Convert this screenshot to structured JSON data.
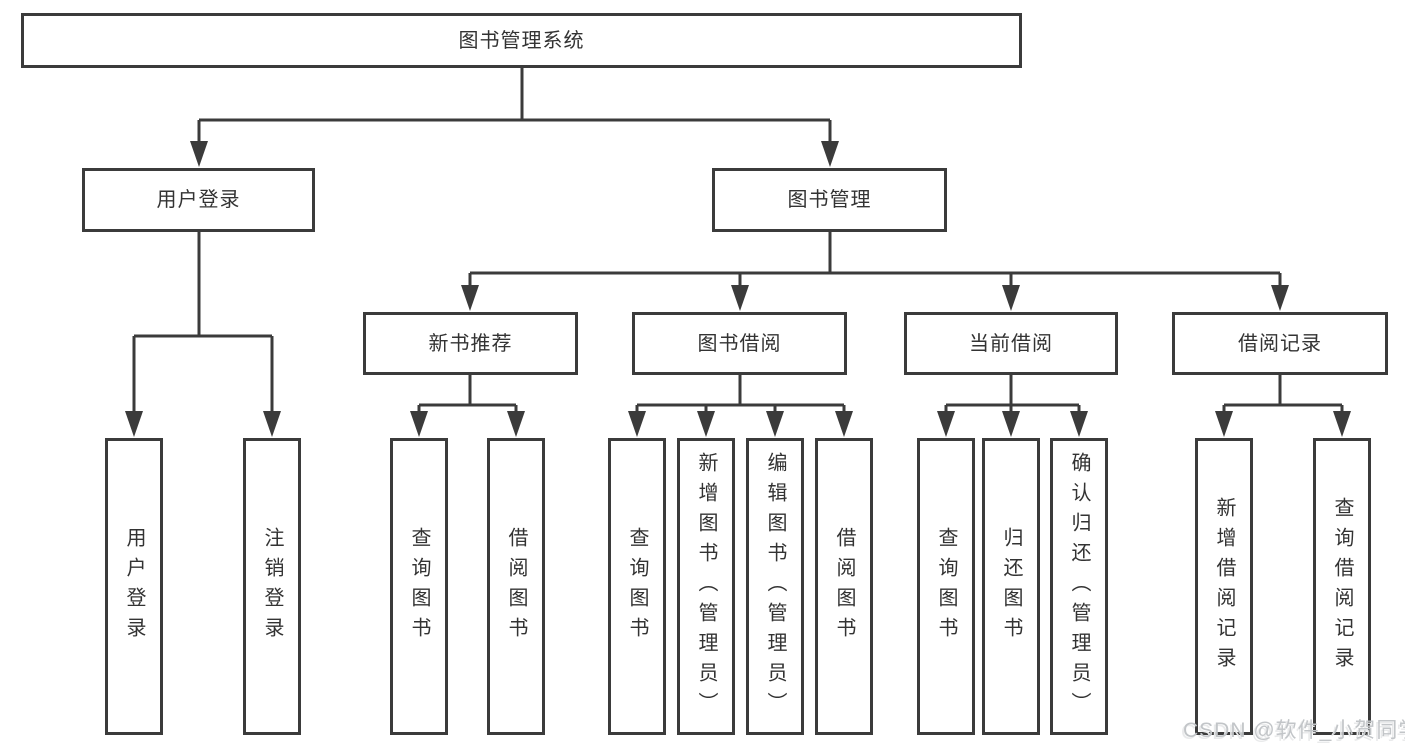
{
  "tree": {
    "root": {
      "label": "图书管理系统"
    },
    "level2": [
      {
        "label": "用户登录"
      },
      {
        "label": "图书管理"
      }
    ],
    "level3": [
      {
        "label": "新书推荐"
      },
      {
        "label": "图书借阅"
      },
      {
        "label": "当前借阅"
      },
      {
        "label": "借阅记录"
      }
    ],
    "leafGroups": [
      {
        "parent": "用户登录",
        "items": [
          "用户登录",
          "注销登录"
        ]
      },
      {
        "parent": "新书推荐",
        "items": [
          "查询图书",
          "借阅图书"
        ]
      },
      {
        "parent": "图书借阅",
        "items": [
          "查询图书",
          "新增图书（管理员）",
          "编辑图书（管理员）",
          "借阅图书"
        ]
      },
      {
        "parent": "当前借阅",
        "items": [
          "查询图书",
          "归还图书",
          "确认归还（管理员）"
        ]
      },
      {
        "parent": "借阅记录",
        "items": [
          "新增借阅记录",
          "查询借阅记录"
        ]
      }
    ]
  },
  "watermark": {
    "text": "CSDN @软件_小贺同学"
  },
  "colors": {
    "line": "#3b3b3b",
    "text": "#333333",
    "background": "#ffffff",
    "watermark": "#c2c5c8"
  }
}
